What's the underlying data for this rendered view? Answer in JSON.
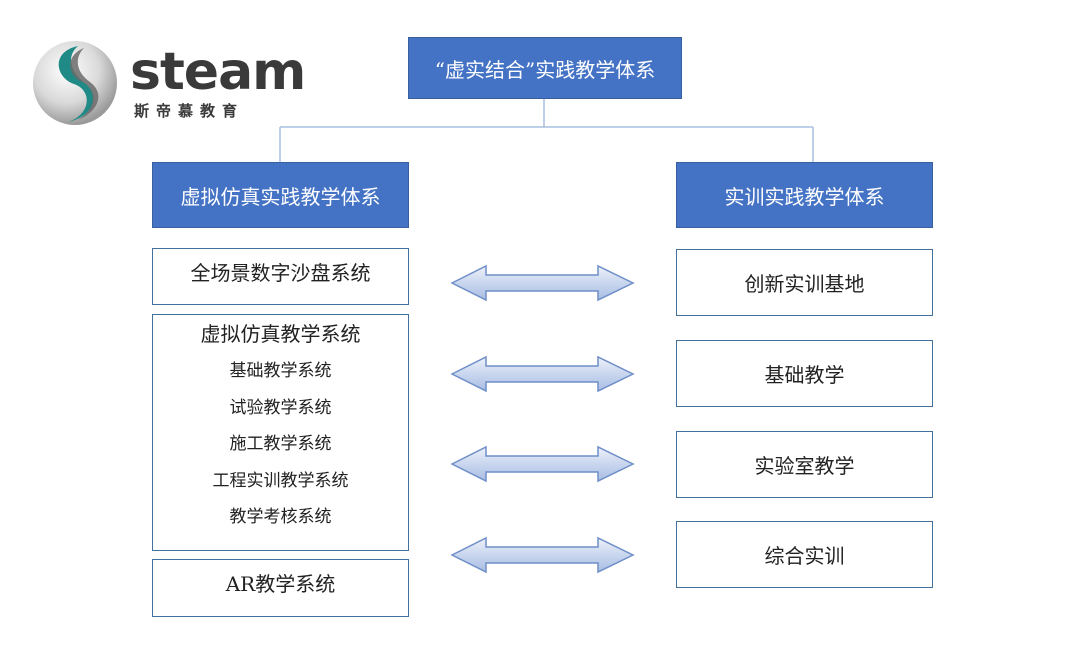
{
  "logo": {
    "word": "steam",
    "subtitle": "斯帝慕教育"
  },
  "root": {
    "label": "“虚实结合”实践教学体系"
  },
  "left_header": {
    "label": "虚拟仿真实践教学体系"
  },
  "right_header": {
    "label": "实训实践教学体系"
  },
  "left_boxes": {
    "sandbox": "全场景数字沙盘系统",
    "sim": {
      "title": "虚拟仿真教学系统",
      "items": [
        "基础教学系统",
        "试验教学系统",
        "施工教学系统",
        "工程实训教学系统",
        "教学考核系统"
      ]
    },
    "ar": "AR教学系统"
  },
  "right_boxes": [
    "创新实训基地",
    "基础教学",
    "实验室教学",
    "综合实训"
  ],
  "colors": {
    "header_fill": "#4472c4",
    "box_border": "#41719c",
    "arrow_fill": "#c9d6ef",
    "arrow_stroke": "#6f8fc8",
    "connector": "#a9bfe0"
  }
}
